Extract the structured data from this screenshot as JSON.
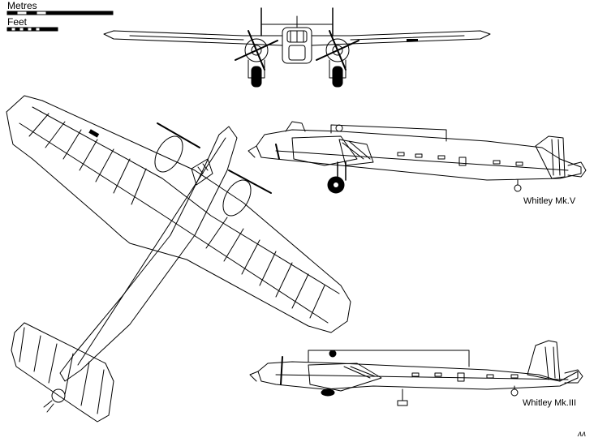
{
  "scale_bar": {
    "metres_label": "Metres",
    "feet_label": "Feet"
  },
  "views": {
    "front": {
      "name": "front-view"
    },
    "top": {
      "name": "plan-view"
    },
    "side_mk5": {
      "caption": "Whitley Mk.V"
    },
    "side_mk3": {
      "caption": "Whitley Mk.III"
    }
  },
  "signature": "ʌʌ",
  "colors": {
    "line": "#000000",
    "background": "#ffffff"
  }
}
